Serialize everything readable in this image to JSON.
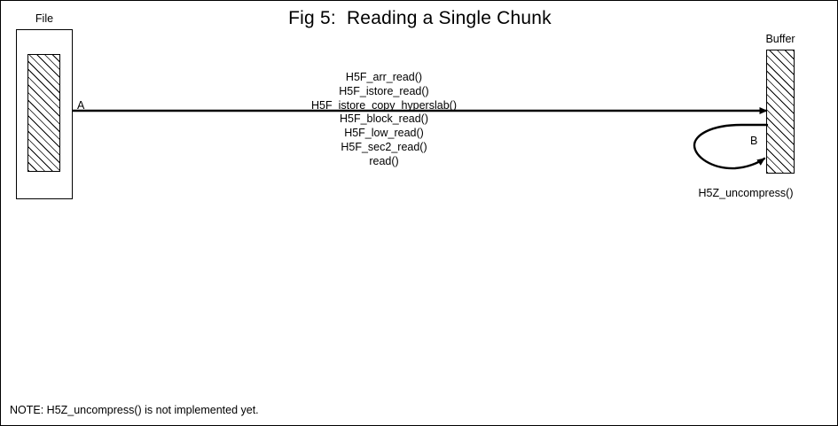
{
  "figure": {
    "title": "Fig 5:  Reading a Single Chunk"
  },
  "file_box": {
    "caption": "File",
    "chunk_name": "file-chunk-hatched"
  },
  "buffer_box": {
    "caption": "Buffer",
    "block_name": "buffer-hatched"
  },
  "flow": {
    "point_a": "A",
    "point_b": "B",
    "call_stack": [
      "H5F_arr_read()",
      "H5F_istore_read()",
      "H5F_istore_copy_hyperslab()",
      "H5F_block_read()",
      "H5F_low_read()",
      "H5F_sec2_read()",
      "read()"
    ],
    "loop_label": "H5Z_uncompress()"
  },
  "footer": {
    "note": "NOTE: H5Z_uncompress() is not implemented yet."
  },
  "colors": {
    "stroke": "#000000",
    "background": "#ffffff"
  }
}
